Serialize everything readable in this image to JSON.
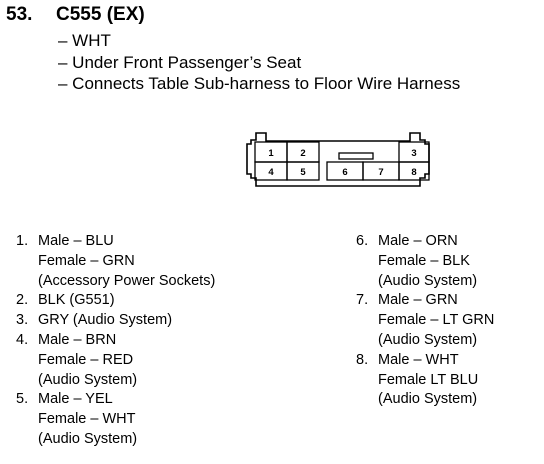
{
  "header": {
    "number": "53.",
    "title": "C555 (EX)"
  },
  "description": [
    "– WHT",
    "– Under Front Passenger’s Seat",
    "– Connects Table Sub-harness to Floor Wire Harness"
  ],
  "connector": {
    "top_row": [
      "1",
      "2",
      "3"
    ],
    "bottom_row": [
      "4",
      "5",
      "6",
      "7",
      "8"
    ]
  },
  "pins_left": [
    {
      "n": "1.",
      "lines": [
        "Male – BLU",
        "Female – GRN",
        "(Accessory Power Sockets)"
      ]
    },
    {
      "n": "2.",
      "lines": [
        "BLK (G551)"
      ]
    },
    {
      "n": "3.",
      "lines": [
        "GRY (Audio System)"
      ]
    },
    {
      "n": "4.",
      "lines": [
        "Male – BRN",
        "Female – RED",
        "(Audio System)"
      ]
    },
    {
      "n": "5.",
      "lines": [
        "Male – YEL",
        "Female – WHT",
        "(Audio System)"
      ]
    }
  ],
  "pins_right": [
    {
      "n": "6.",
      "lines": [
        "Male – ORN",
        "Female – BLK",
        "(Audio System)"
      ]
    },
    {
      "n": "7.",
      "lines": [
        "Male – GRN",
        "Female – LT GRN",
        "(Audio System)"
      ]
    },
    {
      "n": "8.",
      "lines": [
        "Male – WHT",
        "Female LT BLU",
        "(Audio System)"
      ]
    }
  ]
}
